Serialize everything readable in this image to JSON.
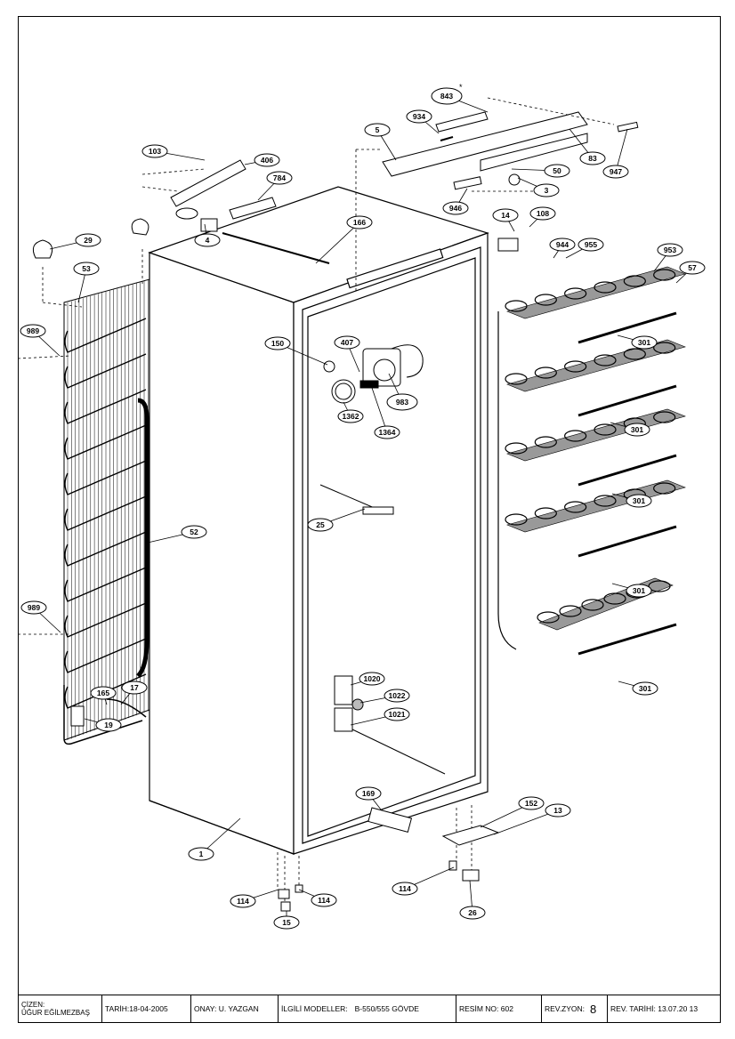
{
  "drawing": {
    "callouts": [
      "843",
      "934",
      "5",
      "83",
      "50",
      "947",
      "3",
      "946",
      "103",
      "406",
      "784",
      "166",
      "14",
      "108",
      "944",
      "955",
      "953",
      "57",
      "4",
      "29",
      "53",
      "150",
      "407",
      "983",
      "1362",
      "1364",
      "989",
      "25",
      "52",
      "301",
      "1020",
      "1022",
      "1021",
      "165",
      "17",
      "19",
      "169",
      "152",
      "13",
      "1",
      "114",
      "15",
      "26"
    ],
    "extra_labels": {
      "301": [
        "301",
        "301",
        "301",
        "301",
        "301"
      ],
      "989": [
        "989",
        "989"
      ],
      "114": [
        "114",
        "114",
        "114"
      ]
    },
    "asterisk": "*"
  },
  "title_block": {
    "drawer_label": "ÇİZEN:",
    "drawer_name": "ÜĞUR EĞİLMEZBAŞ",
    "date": "TARİH:18-04-2005",
    "approval": "ONAY: U. YAZGAN",
    "models_label": "İLGİLİ MODELLER:",
    "models_value": "B-550/555 GÖVDE",
    "drawing_no": "RESİM NO: 602",
    "revision_label": "REV.ZYON:",
    "revision_value": "8",
    "revision_date": "REV. TARİHİ:  13.07.20 13"
  }
}
